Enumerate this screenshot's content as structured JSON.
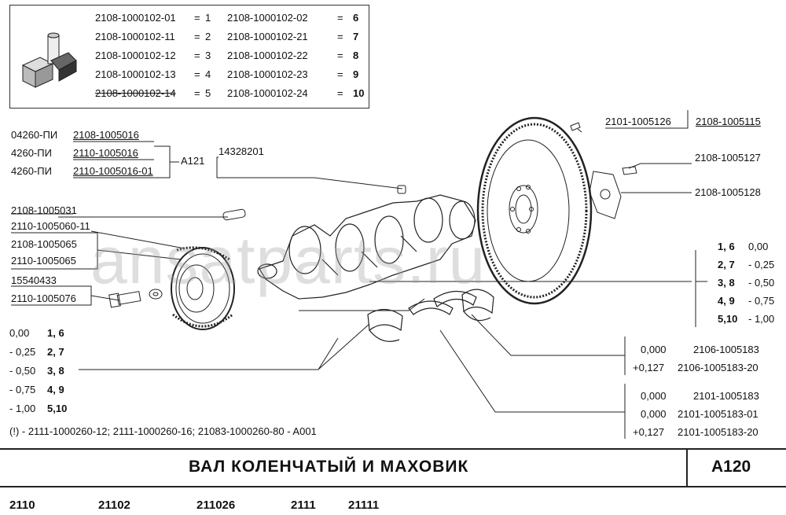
{
  "kit_table": [
    {
      "a_code": "2108-1000102-01",
      "a_num": "1",
      "b_code": "2108-1000102-02",
      "b_num": "6"
    },
    {
      "a_code": "2108-1000102-11",
      "a_num": "2",
      "b_code": "2108-1000102-21",
      "b_num": "7"
    },
    {
      "a_code": "2108-1000102-12",
      "a_num": "3",
      "b_code": "2108-1000102-22",
      "b_num": "8"
    },
    {
      "a_code": "2108-1000102-13",
      "a_num": "4",
      "b_code": "2108-1000102-23",
      "b_num": "9"
    },
    {
      "a_code": "2108-1000102-14",
      "a_num": "5",
      "b_code": "2108-1000102-24",
      "b_num": "10"
    }
  ],
  "eq": "=",
  "left_group": {
    "rows": [
      {
        "prefix": "04260-ПИ",
        "part": "2108-1005016"
      },
      {
        "prefix": "4260-ПИ",
        "part": "2110-1005016"
      },
      {
        "prefix": "4260-ПИ",
        "part": "2110-1005016-01"
      }
    ],
    "ref": "A121"
  },
  "crank_label": "14328201",
  "left_parts": [
    "2108-1005031",
    "2110-1005060-11",
    "2108-1005065",
    "2110-1005065",
    "15540433",
    "2110-1005076"
  ],
  "top_right": {
    "a": "2101-1005126",
    "b": "2108-1005115"
  },
  "right_parts": [
    "2108-1005127",
    "2108-1005128"
  ],
  "right_sizes": [
    {
      "nums": "1, 6",
      "val": "0,00"
    },
    {
      "nums": "2, 7",
      "val": "- 0,25"
    },
    {
      "nums": "3, 8",
      "val": "- 0,50"
    },
    {
      "nums": "4, 9",
      "val": "- 0,75"
    },
    {
      "nums": "5,10",
      "val": "- 1,00"
    }
  ],
  "left_sizes": [
    {
      "val": "0,00",
      "nums": "1, 6"
    },
    {
      "val": "- 0,25",
      "nums": "2, 7"
    },
    {
      "val": "- 0,50",
      "nums": "3, 8"
    },
    {
      "val": "- 0,75",
      "nums": "4, 9"
    },
    {
      "val": "- 1,00",
      "nums": "5,10"
    }
  ],
  "washer_box1": [
    {
      "size": "0,000",
      "part": "2106-1005183"
    },
    {
      "size": "+0,127",
      "part": "2106-1005183-20"
    }
  ],
  "washer_box2": [
    {
      "size": "0,000",
      "part": "2101-1005183"
    },
    {
      "size": "0,000",
      "part": "2101-1005183-01"
    },
    {
      "size": "+0,127",
      "part": "2101-1005183-20"
    }
  ],
  "footnote": "(!)  -  2111-1000260-12;  2111-1000260-16;  21083-1000260-80  -  A001",
  "watermark": "ansatparts.ru",
  "title": "ВАЛ   КОЛЕНЧАТЫЙ   И   МАХОВИК",
  "page_code": "A120",
  "models": [
    "2110",
    "21102",
    "211026",
    "2111",
    "21111"
  ]
}
